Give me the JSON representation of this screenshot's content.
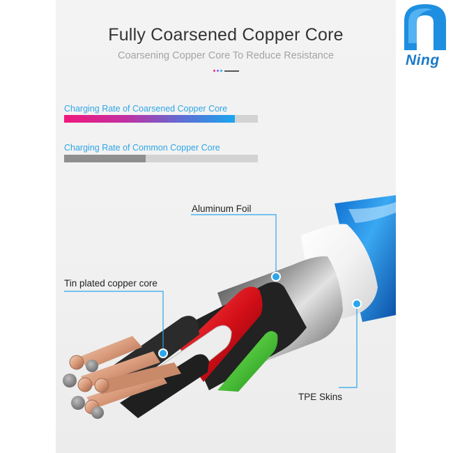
{
  "logo": {
    "wordmark": "Ning",
    "icon": "ning-arch-logo",
    "accent": "#1e8fe0"
  },
  "header": {
    "title": "Fully Coarsened Copper Core",
    "subtitle": "Coarsening Copper Core To Reduce Resistance",
    "dot_colors": [
      "#e8337a",
      "#8b5cf6",
      "#29a9ef"
    ]
  },
  "bars": [
    {
      "label": "Charging Rate of Coarsened Copper Core",
      "fill": 0.88
    },
    {
      "label": "Charging Rate of Common Copper Core",
      "fill": 0.42
    }
  ],
  "callouts": {
    "aluminum_foil": "Aluminum Foil",
    "tin_core": "Tin plated copper core",
    "tpe_skins": "TPE Skins",
    "color": "#2aa6ec"
  }
}
